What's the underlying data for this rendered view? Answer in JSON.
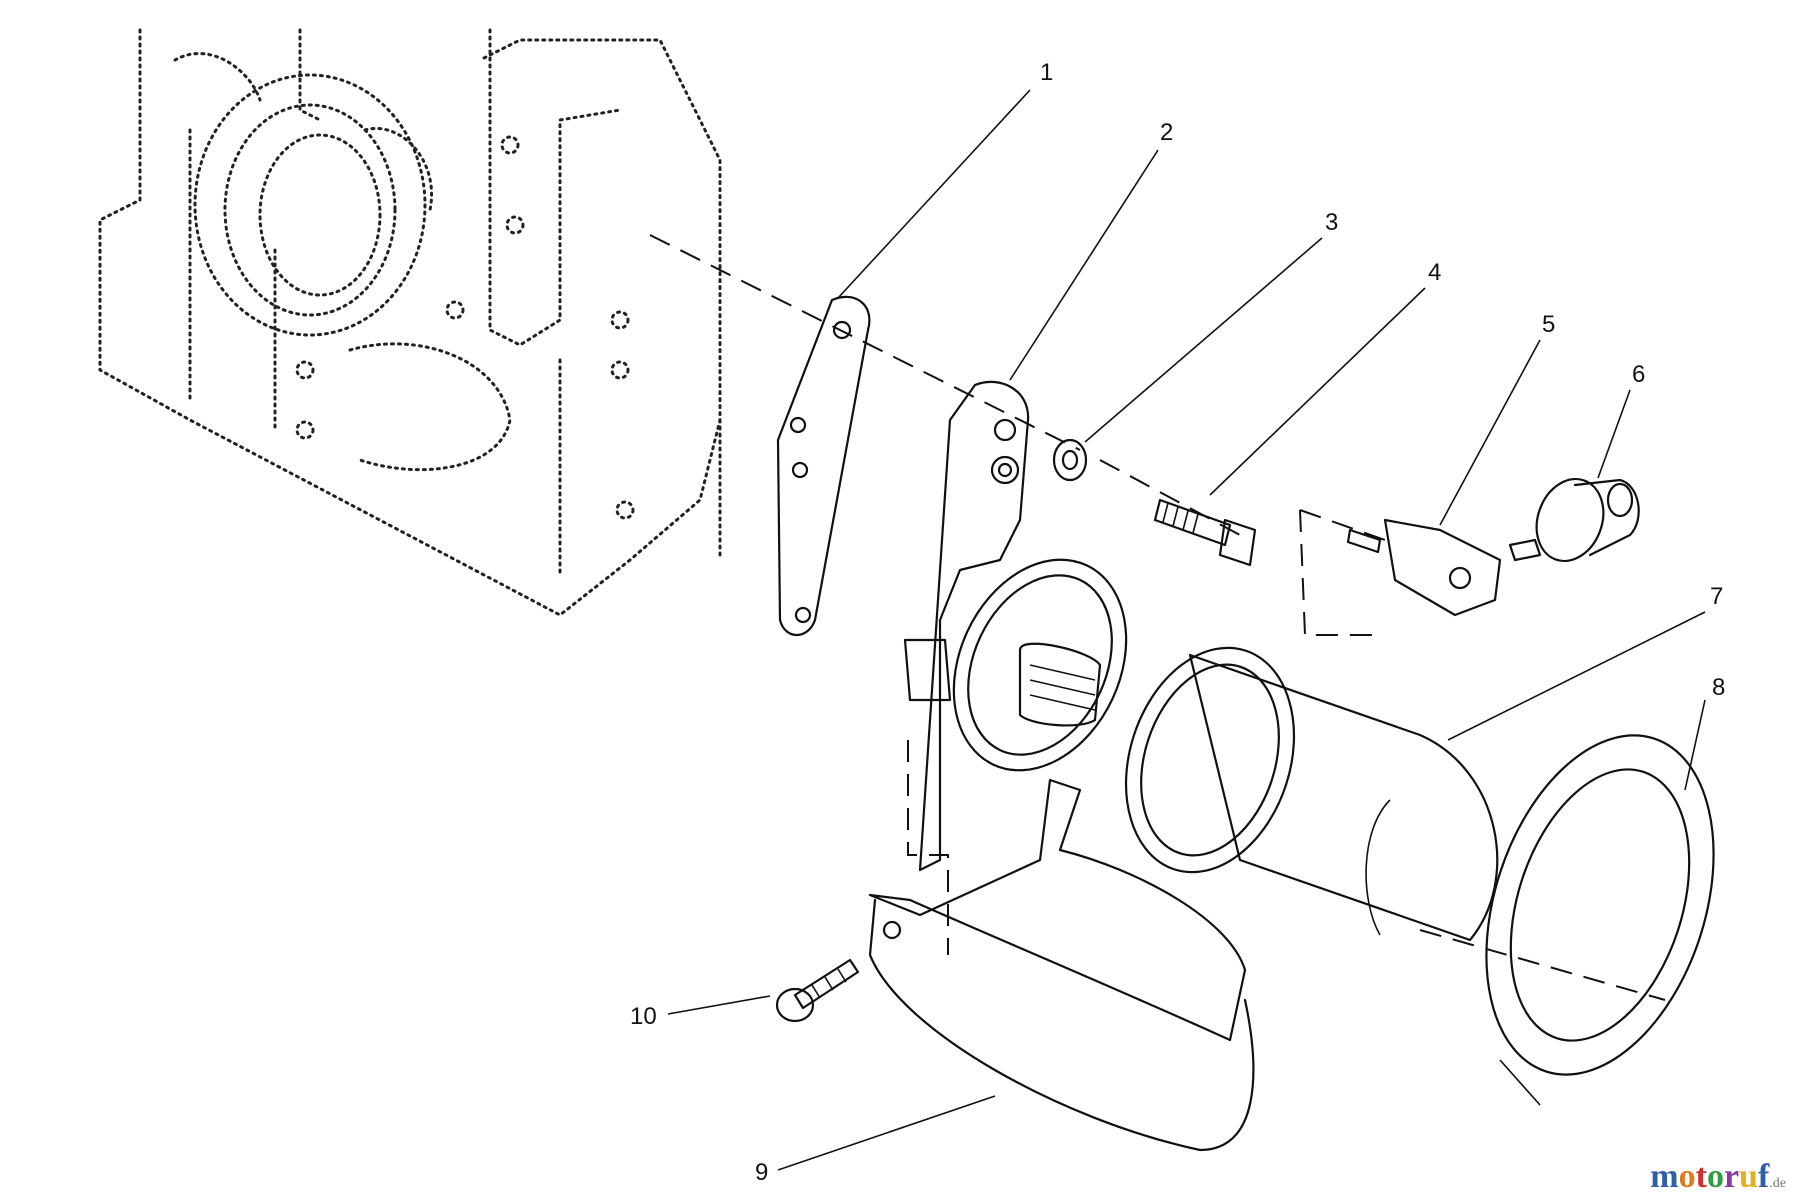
{
  "callouts": [
    {
      "id": "1",
      "label": "1"
    },
    {
      "id": "2",
      "label": "2"
    },
    {
      "id": "3",
      "label": "3"
    },
    {
      "id": "4",
      "label": "4"
    },
    {
      "id": "5",
      "label": "5"
    },
    {
      "id": "6",
      "label": "6"
    },
    {
      "id": "7",
      "label": "7"
    },
    {
      "id": "8",
      "label": "8"
    },
    {
      "id": "9",
      "label": "9"
    },
    {
      "id": "10",
      "label": "10"
    }
  ],
  "watermark": {
    "letters": [
      "m",
      "o",
      "t",
      "o",
      "r",
      "u",
      "f"
    ],
    "colors": [
      "#2e5fa8",
      "#e07a1f",
      "#d0312d",
      "#2e9e3e",
      "#8a3aa6",
      "#e0b21f",
      "#2e5fa8"
    ],
    "tld": ".de"
  }
}
